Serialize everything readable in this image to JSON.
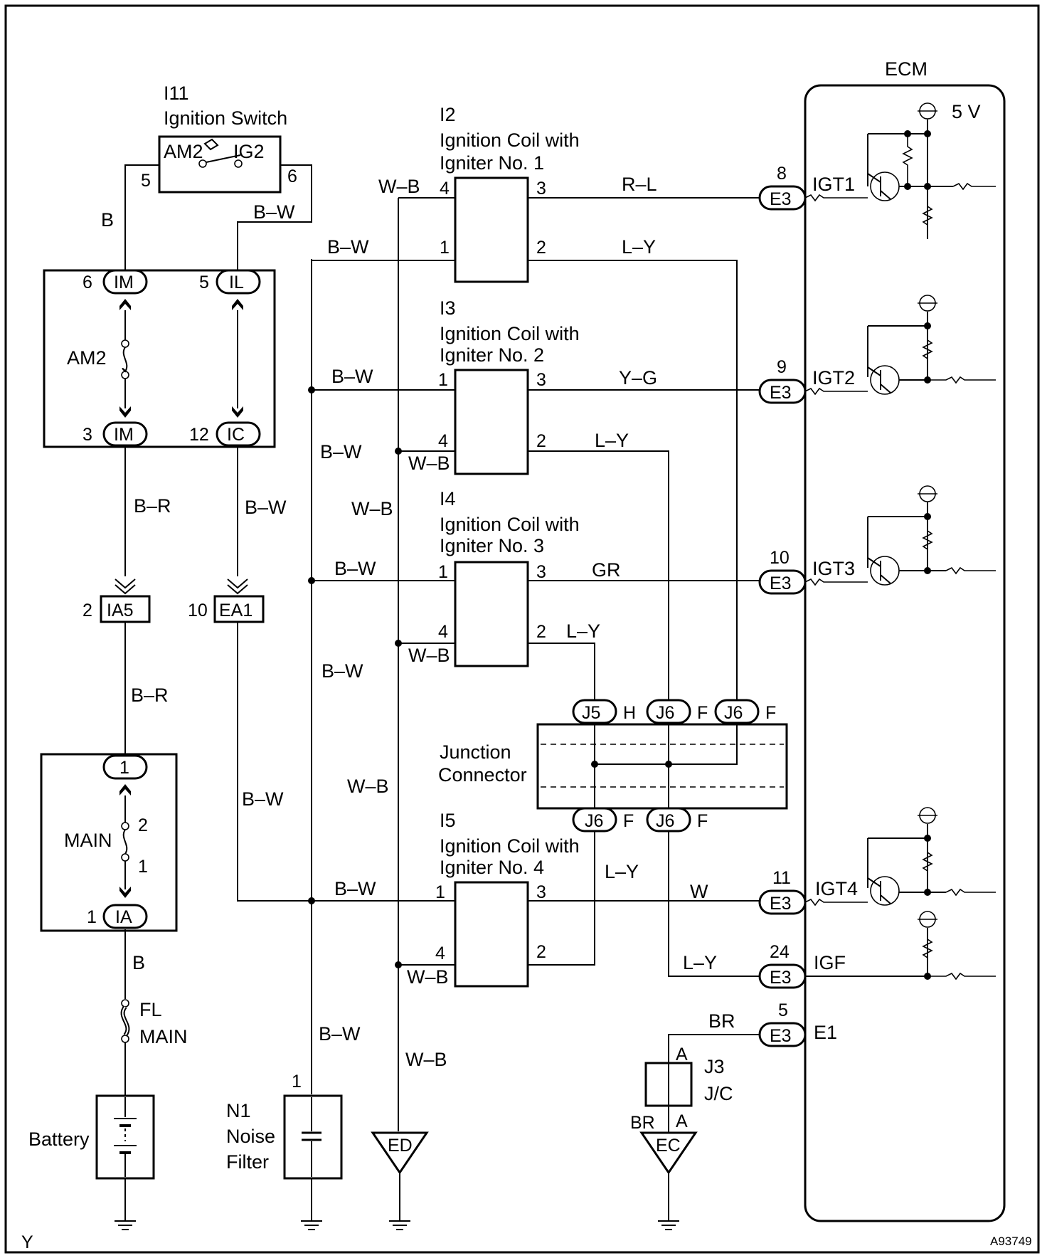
{
  "ignition_switch": {
    "id": "I11",
    "name": "Ignition Switch",
    "am2": "AM2",
    "ig2": "IG2",
    "pin_left": "5",
    "pin_right": "6"
  },
  "wires": {
    "b": "B",
    "bw": "B–W",
    "br": "B–R",
    "wb": "W–B",
    "rl": "R–L",
    "ly": "L–Y",
    "yg": "Y–G",
    "gr": "GR",
    "w": "W",
    "brn": "BR"
  },
  "relay_block": {
    "fuse": "AM2",
    "im_top": {
      "pin": "6",
      "label": "IM"
    },
    "il": {
      "pin": "5",
      "label": "IL"
    },
    "im_bot": {
      "pin": "3",
      "label": "IM"
    },
    "ic": {
      "pin": "12",
      "label": "IC"
    }
  },
  "connectors": {
    "ia5": {
      "pin": "2",
      "label": "IA5"
    },
    "ea1": {
      "pin": "10",
      "label": "EA1"
    }
  },
  "main_block": {
    "fuse": "MAIN",
    "top": "1",
    "fuse_p2": "2",
    "fuse_p1": "1",
    "ia": {
      "pin": "1",
      "label": "IA"
    }
  },
  "fl_main": {
    "l1": "FL",
    "l2": "MAIN"
  },
  "battery": "Battery",
  "noise_filter": {
    "id": "N1",
    "l1": "Noise",
    "l2": "Filter",
    "pin": "1"
  },
  "grounds": {
    "ed": "ED",
    "ec": "EC"
  },
  "coils": [
    {
      "id": "I2",
      "l1": "Ignition Coil with",
      "l2": "Igniter No. 1",
      "p1": "4",
      "p2": "1",
      "p3": "3",
      "p4": "2"
    },
    {
      "id": "I3",
      "l1": "Ignition Coil with",
      "l2": "Igniter No. 2",
      "p1": "1",
      "p2": "4",
      "p3": "3",
      "p4": "2"
    },
    {
      "id": "I4",
      "l1": "Ignition Coil with",
      "l2": "Igniter No. 3",
      "p1": "1",
      "p2": "4",
      "p3": "3",
      "p4": "2"
    },
    {
      "id": "I5",
      "l1": "Ignition Coil with",
      "l2": "Igniter No. 4",
      "p1": "1",
      "p2": "4",
      "p3": "3",
      "p4": "2"
    }
  ],
  "junction": {
    "l1": "Junction",
    "l2": "Connector",
    "j5": "J5",
    "j6": "J6",
    "h": "H",
    "f": "F"
  },
  "jc": {
    "id": "J3",
    "name": "J/C",
    "a": "A"
  },
  "ecm": {
    "title": "ECM",
    "v5": "5 V",
    "e3": "E3",
    "pins": [
      {
        "num": "8",
        "sig": "IGT1"
      },
      {
        "num": "9",
        "sig": "IGT2"
      },
      {
        "num": "10",
        "sig": "IGT3"
      },
      {
        "num": "11",
        "sig": "IGT4"
      },
      {
        "num": "24",
        "sig": "IGF"
      },
      {
        "num": "5",
        "sig": "E1"
      }
    ]
  },
  "footer": {
    "left": "Y",
    "right": "A93749"
  }
}
